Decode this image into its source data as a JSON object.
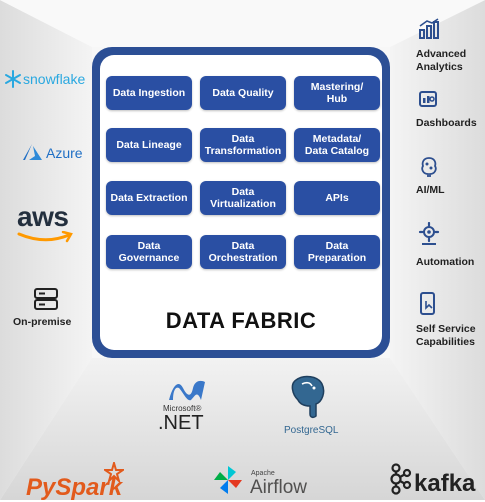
{
  "diagram": {
    "title": "DATA FABRIC",
    "tiles": [
      "Data Ingestion",
      "Data Quality",
      "Mastering/\nHub",
      "Data Lineage",
      "Data\nTransformation",
      "Metadata/\nData Catalog",
      "Data Extraction",
      "Data\nVirtualization",
      "APIs",
      "Data\nGovernance",
      "Data\nOrchestration",
      "Data\nPreparation"
    ]
  },
  "sources_left": {
    "snowflake": "snowflake",
    "azure": "Azure",
    "aws": "aws",
    "onprem": "On-premise"
  },
  "consumers_right": {
    "analytics": "Advanced\nAnalytics",
    "dashboards": "Dashboards",
    "aiml": "AI/ML",
    "automation": "Automation",
    "selfservice": "Self Service\nCapabilities"
  },
  "tools_bottom": {
    "dotnet_top": "Microsoft®",
    "dotnet": ".NET",
    "postgres": "PostgreSQL",
    "pyspark": "PySpark",
    "airflow_top": "Apache",
    "airflow": "Airflow",
    "kafka": "kafka"
  },
  "colors": {
    "tile": "#2a4fa3",
    "frame": "#2c4f95",
    "brand_blue": "#1f6fc5",
    "icon_blue": "#2d4f8f"
  }
}
